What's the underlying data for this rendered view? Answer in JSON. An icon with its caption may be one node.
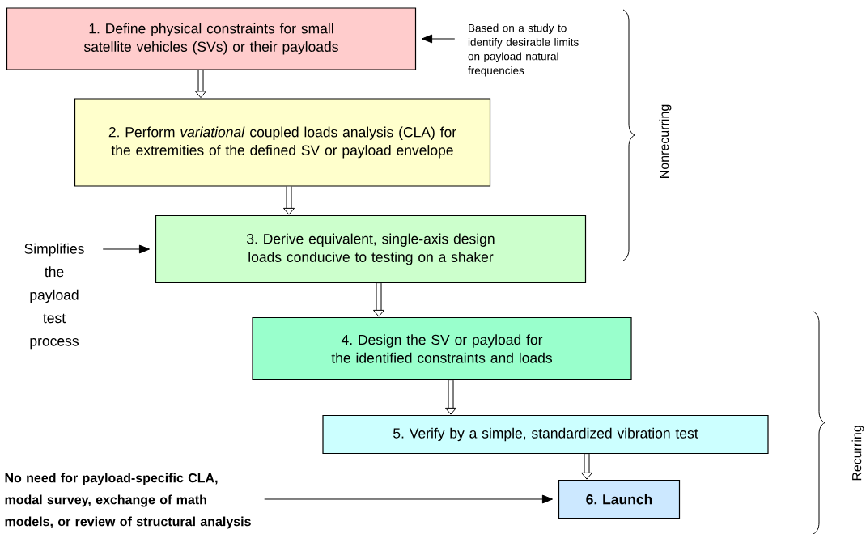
{
  "diagram": {
    "nodes": [
      {
        "text": [
          "1. Define physical constraints for small satellite vehicles (SVs) or their payloads"
        ]
      },
      {
        "text": [
          "2. Perform *variational* coupled loads analysis (CLA) for the extremities of the defined SV or payload envelope"
        ]
      },
      {
        "text": [
          "3. Derive equivalent, single-axis design loads conducive to testing on a shaker"
        ]
      },
      {
        "text": [
          "4. Design the SV or payload for the identified constraints and loads"
        ]
      },
      {
        "text": [
          "5. Verify by a simple, standardized vibration test"
        ]
      },
      {
        "text": [
          "6. Launch"
        ]
      },
      {
        "text": [
          "Based on a study to identify desirable limits on payload natural frequencies"
        ]
      },
      {
        "text": [
          "Simplifies the payload test process"
        ]
      },
      {
        "text": [
          "No need for payload-specific CLA, modal survey, exchange of math models, or review of structural analysis"
        ]
      }
    ],
    "edges": [
      {
        "from": 0,
        "to": 1,
        "arrow": "to"
      },
      {
        "from": 1,
        "to": 2,
        "arrow": "to"
      },
      {
        "from": 2,
        "to": 3,
        "arrow": "to"
      },
      {
        "from": 3,
        "to": 4,
        "arrow": "to"
      },
      {
        "from": 4,
        "to": 5,
        "arrow": "to"
      },
      {
        "from": 6,
        "to": 0,
        "arrow": "to"
      },
      {
        "from": 7,
        "to": 2,
        "arrow": "to"
      },
      {
        "from": 8,
        "to": 5,
        "arrow": "to"
      }
    ],
    "labels": [
      "Nonrecurring",
      "Recurring"
    ]
  }
}
